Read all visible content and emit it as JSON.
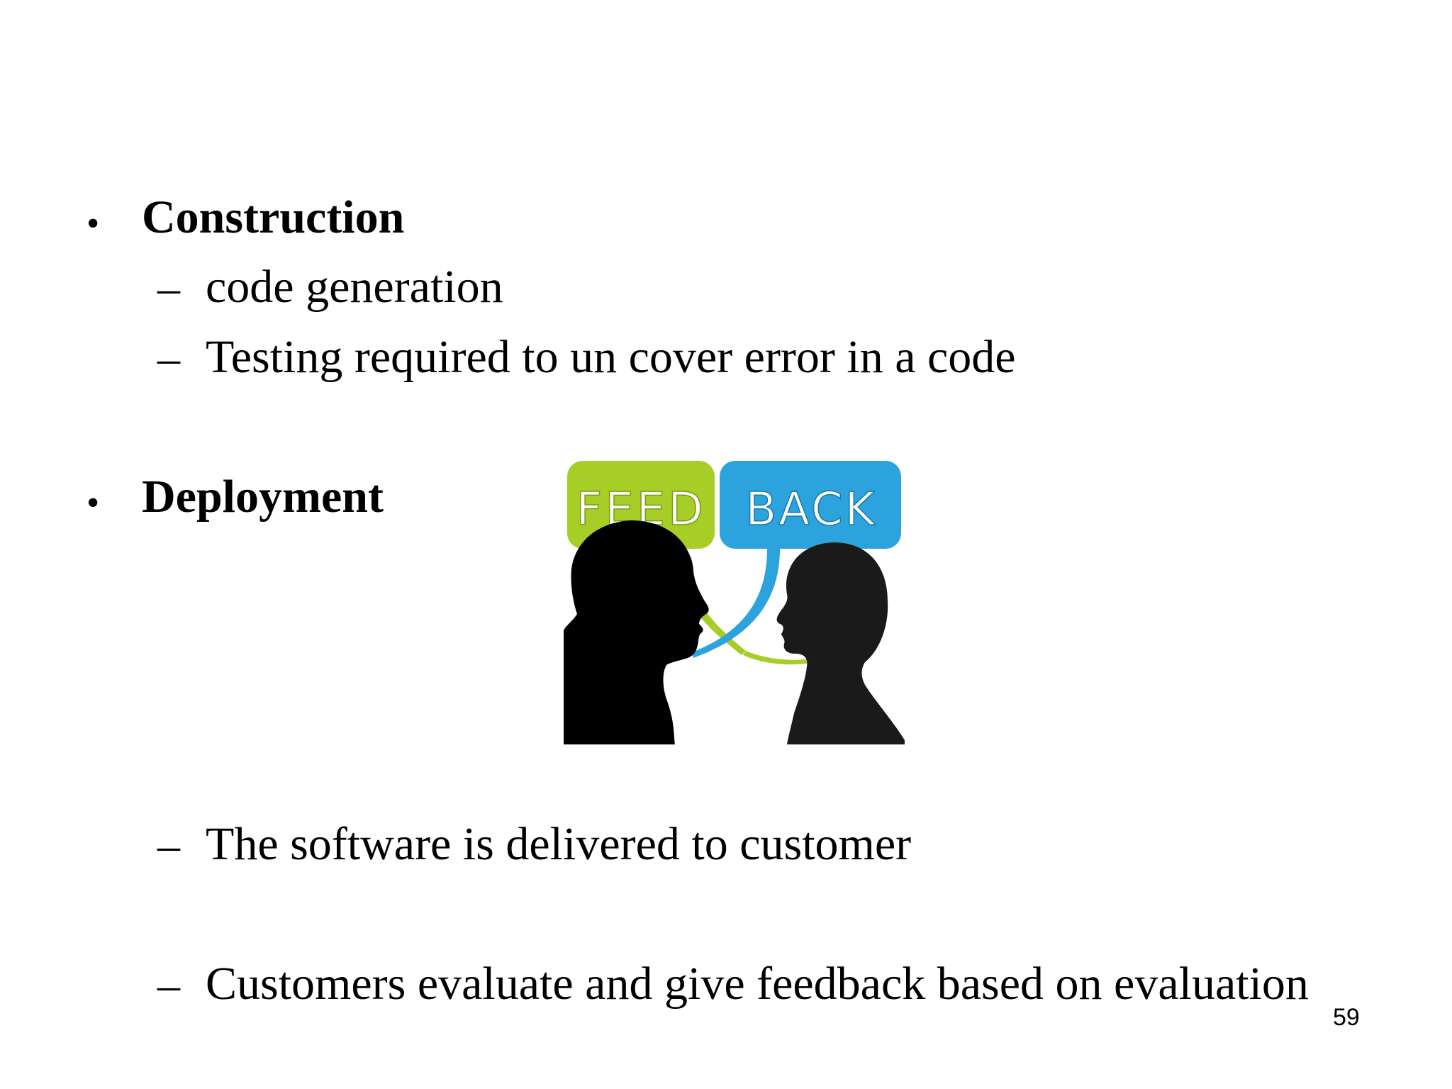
{
  "slide": {
    "bullets": [
      {
        "mark": "•",
        "label": "Construction",
        "subitems": [
          {
            "mark": "–",
            "text": "code generation"
          },
          {
            "mark": "–",
            "text": "Testing required to un cover error in a code"
          }
        ]
      },
      {
        "mark": "•",
        "label": "Deployment",
        "subitems": [
          {
            "mark": "–",
            "text": "The software is delivered to customer"
          },
          {
            "mark": "–",
            "text": "Customers evaluate and give feedback based on evaluation"
          }
        ]
      }
    ],
    "image": {
      "left_bubble_text": "FEED",
      "right_bubble_text": "BACK",
      "left_bubble_color": "#A6CE26",
      "right_bubble_color": "#2CA3DC",
      "silhouette_color": "#000000"
    },
    "page_number": "59"
  }
}
